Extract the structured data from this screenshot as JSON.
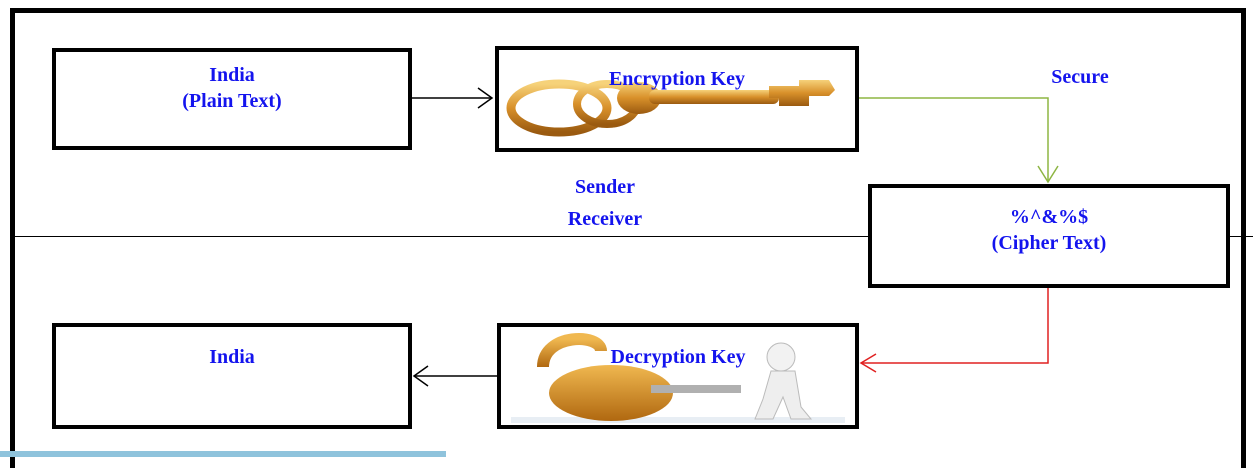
{
  "plain_box": {
    "line1": "India",
    "line2": "(Plain Text)"
  },
  "encryption_box": {
    "label": "Encryption Key"
  },
  "secure_label": "Secure",
  "sender_label": "Sender",
  "receiver_label": "Receiver",
  "cipher_box": {
    "line1": "%^&%$",
    "line2": "(Cipher Text)"
  },
  "decryption_box": {
    "label": "Decryption Key"
  },
  "output_box": {
    "label": "India"
  },
  "colors": {
    "text": "#1414ee",
    "secure_wire": "#8db542",
    "return_wire": "#e02020",
    "key_gold": "#e0a030"
  }
}
